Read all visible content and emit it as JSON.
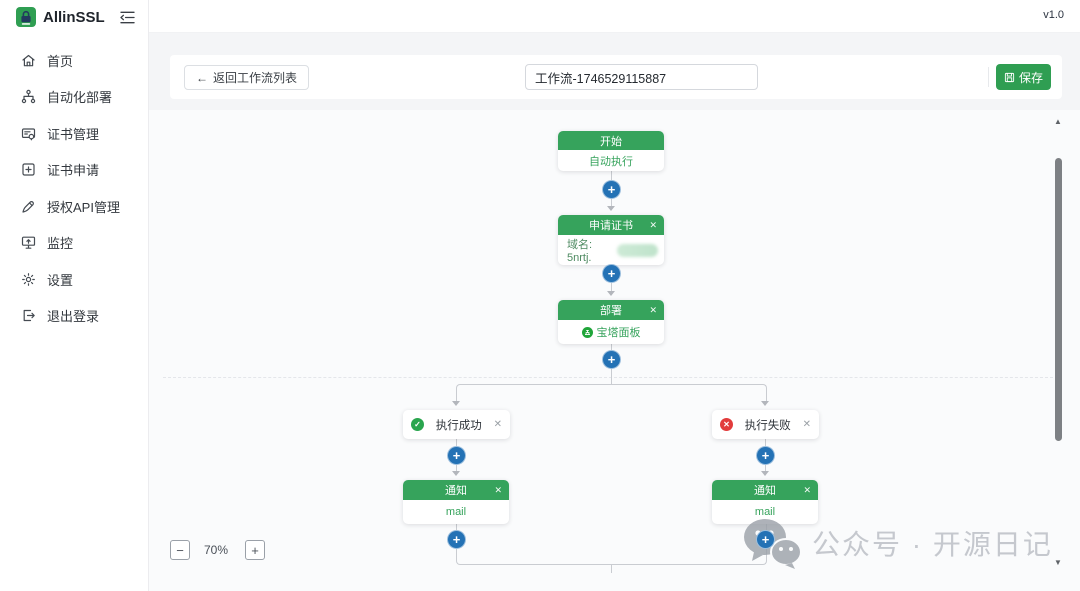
{
  "app": {
    "name": "AllinSSL",
    "version": "v1.0"
  },
  "sidebar": {
    "items": [
      {
        "label": "首页",
        "icon": "home-icon"
      },
      {
        "label": "自动化部署",
        "icon": "deploy-automation-icon"
      },
      {
        "label": "证书管理",
        "icon": "certificate-manage-icon"
      },
      {
        "label": "证书申请",
        "icon": "certificate-apply-icon"
      },
      {
        "label": "授权API管理",
        "icon": "api-auth-icon"
      },
      {
        "label": "监控",
        "icon": "monitor-icon"
      },
      {
        "label": "设置",
        "icon": "settings-icon"
      },
      {
        "label": "退出登录",
        "icon": "logout-icon"
      }
    ]
  },
  "toolbar": {
    "back_label": "返回工作流列表",
    "workflow_name": "工作流-1746529115887",
    "save_label": "保存"
  },
  "canvas": {
    "zoom_level": "70%",
    "nodes": {
      "start": {
        "title": "开始",
        "body": "自动执行"
      },
      "apply_cert": {
        "title": "申请证书",
        "body_label": "域名: 5nrtj."
      },
      "deploy": {
        "title": "部署",
        "body": "宝塔面板"
      },
      "branch_success": {
        "label": "执行成功"
      },
      "branch_fail": {
        "label": "执行失败"
      },
      "notify_success": {
        "title": "通知",
        "body": "mail"
      },
      "notify_fail": {
        "title": "通知",
        "body": "mail"
      }
    }
  },
  "icons": {
    "back_arrow": "←",
    "close": "✕",
    "plus": "+",
    "minus": "−",
    "check": "✓",
    "cross": "✕",
    "scroll_up": "▲",
    "scroll_down": "▼"
  },
  "watermark": {
    "text": "公众号 · 开源日记"
  },
  "colors": {
    "brand_green": "#2f9e52",
    "node_header_green": "#36a35c",
    "plus_blue": "#2472b5",
    "success_green": "#2aa54e",
    "fail_red": "#e23c3c"
  }
}
